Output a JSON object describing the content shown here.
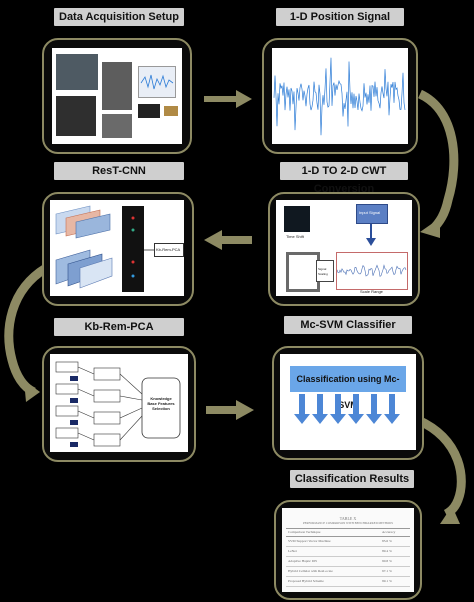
{
  "steps": {
    "s1": "Data Acquisition Setup",
    "s2": "1-D Position Signal",
    "s3": "ResT-CNN",
    "s4": "1-D TO 2-D CWT Conversion",
    "s5": "Kb-Rem-PCA",
    "s6": "Mc-SVM Classifier",
    "s7": "Classification Results"
  },
  "svm_box_text": "Classification using Mc-SVM",
  "cwt_tiny": {
    "input_signal": "Input Signal",
    "time_shift": "Time Shift",
    "signal_scaling": "Signal Scaling",
    "scale_range": "Scale Range"
  },
  "pca_tiny": {
    "kbfs": "Knowledge Base Features Selection"
  },
  "cnn_tiny": {
    "output": "Kb-Rem-PCA"
  },
  "results_table": {
    "title": "TABLE X",
    "subtitle": "PERFORMANCE COMPARISON WITH BENCHMARKED METHODS",
    "header": [
      "Comparison Technique",
      "Accuracy"
    ],
    "rows": [
      [
        "SVM Support Vector Machine",
        "85.6 %"
      ],
      [
        "LeNet",
        "89.4 %"
      ],
      [
        "Adaptive Haptic DN",
        "90.8 %"
      ],
      [
        "Hybrid Cellular with ResLocate",
        "97.1 %"
      ],
      [
        "Proposed Hybrid Scheme",
        "99.1 %"
      ]
    ]
  },
  "colors": {
    "panel_border": "#8d8a63",
    "arrow": "#8d8a63",
    "label_bg": "#cfcfcf",
    "signal_blue": "#2b7bd6",
    "svm_blue": "#6aa6e8"
  }
}
